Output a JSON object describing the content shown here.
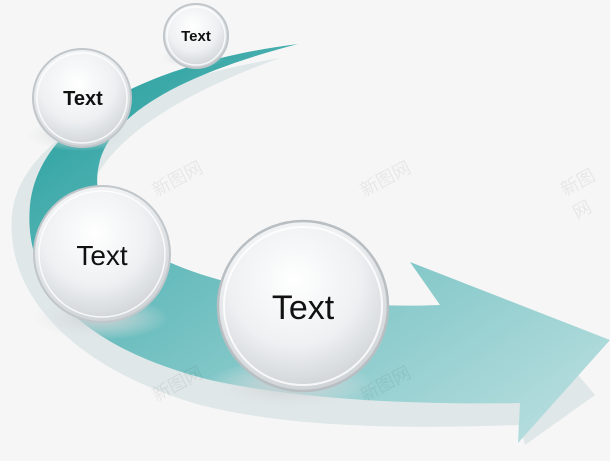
{
  "diagram": {
    "colors": {
      "arrow_dark": "#1a9a98",
      "arrow_mid": "#6fbfc0",
      "arrow_light": "#b9dfe0",
      "bubble_face": "#e9ecee",
      "bubble_rim": "#bfc5c9"
    },
    "bubbles": [
      {
        "text": "Text"
      },
      {
        "text": "Text"
      },
      {
        "text": "Text"
      },
      {
        "text": "Text"
      }
    ],
    "watermark": "新图网"
  }
}
